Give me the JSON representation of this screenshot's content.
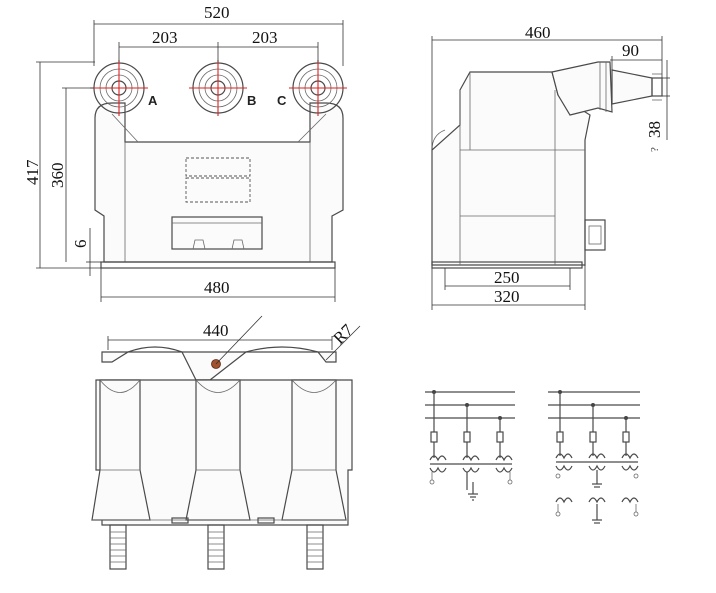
{
  "front_view": {
    "dim_overall_width": "520",
    "dim_spacing_left": "203",
    "dim_spacing_right": "203",
    "dim_height_total": "417",
    "dim_height_bushing": "360",
    "dim_base": "6",
    "dim_base_width": "480",
    "phase_labels": [
      "A",
      "B",
      "C"
    ]
  },
  "side_view": {
    "dim_overall_length": "460",
    "dim_terminal": "90",
    "dim_terminal_dia": "38",
    "dim_base_inner": "250",
    "dim_base_outer": "320",
    "dim_small_mark": "?"
  },
  "top_view": {
    "dim_mount_width": "440",
    "dim_radius": "R7"
  },
  "schematics": {
    "left_diagram": "wiring-diagram-1",
    "right_diagram": "wiring-diagram-2"
  }
}
